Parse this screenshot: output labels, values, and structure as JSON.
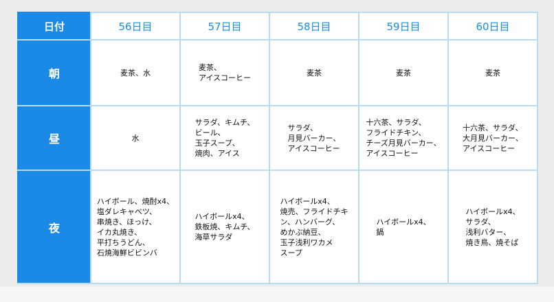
{
  "header": {
    "corner": "日付",
    "days": [
      "56日目",
      "57日目",
      "58日目",
      "59日目",
      "60日目"
    ]
  },
  "rows": [
    {
      "label": "朝",
      "cells": [
        [
          "麦茶、水"
        ],
        [
          "麦茶、",
          "アイスコーヒー"
        ],
        [
          "麦茶"
        ],
        [
          "麦茶"
        ],
        [
          "麦茶"
        ]
      ]
    },
    {
      "label": "昼",
      "cells": [
        [
          "水"
        ],
        [
          "サラダ、キムチ、",
          "ビール、",
          "玉子スープ、",
          "焼肉、アイス"
        ],
        [
          "サラダ、",
          "月見バーカー、",
          "アイスコーヒー"
        ],
        [
          "十六茶、サラダ、",
          "フライドチキン、",
          "チーズ月見バーカー、",
          "アイスコーヒー"
        ],
        [
          "十六茶、サラダ、",
          "大月見バーカー、",
          "アイスコーヒー"
        ]
      ]
    },
    {
      "label": "夜",
      "cells": [
        [
          "ハイボール、焼酎x4、",
          "塩ダレキャベツ、",
          "串焼き、ほっけ、",
          "イカ丸焼き、",
          "平打ちうどん、",
          "石焼海鮮ビビンバ"
        ],
        [
          "ハイボールx4、",
          "鉄板焼、キムチ、",
          "海草サラダ"
        ],
        [
          "ハイボールx4、",
          "焼売、フライドチキ",
          "ン、ハンバーグ、",
          "めかぶ納豆、",
          "玉子浅利ワカメ",
          "スープ"
        ],
        [
          "ハイボールx4、",
          "鍋"
        ],
        [
          "ハイボールx4、",
          "サラダ、",
          "浅利バター、",
          "焼き鳥、焼そば"
        ]
      ]
    }
  ],
  "colors": {
    "header_blue": "#1b8ae6",
    "day_text": "#1a8ee0",
    "border": "#b7dbf3"
  }
}
